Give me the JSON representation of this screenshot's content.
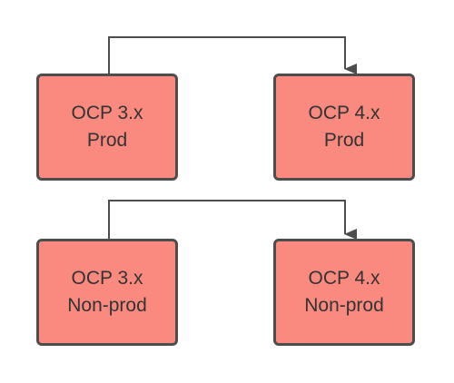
{
  "colors": {
    "node_fill": "#fa8a7f",
    "node_border": "#4d4d4d",
    "text": "#333333",
    "connector": "#4d4d4d"
  },
  "nodes": {
    "ocp3_prod": {
      "line1": "OCP 3.x",
      "line2": "Prod"
    },
    "ocp4_prod": {
      "line1": "OCP 4.x",
      "line2": "Prod"
    },
    "ocp3_nonprod": {
      "line1": "OCP 3.x",
      "line2": "Non-prod"
    },
    "ocp4_nonprod": {
      "line1": "OCP 4.x",
      "line2": "Non-prod"
    }
  },
  "edges": [
    {
      "from": "OCP 3.x Prod",
      "to": "OCP 4.x Prod"
    },
    {
      "from": "OCP 3.x Non-prod",
      "to": "OCP 4.x Non-prod"
    }
  ]
}
